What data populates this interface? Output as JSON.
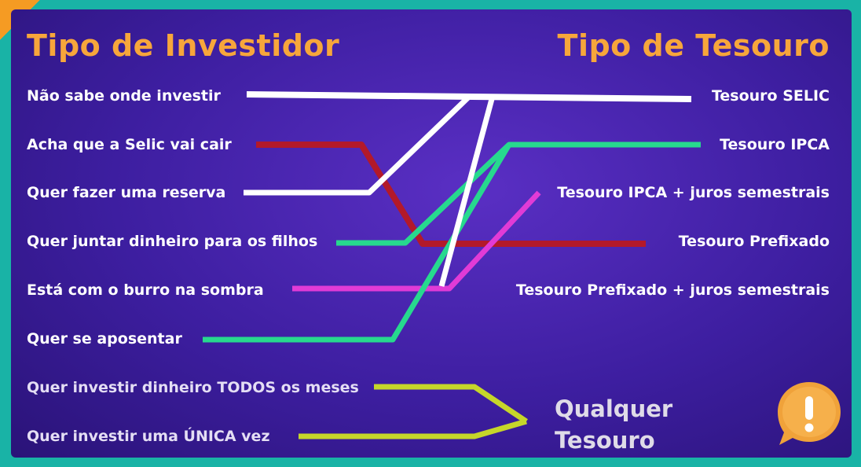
{
  "headings": {
    "investor": "Tipo de Investidor",
    "treasury": "Tipo de Tesouro"
  },
  "investors": [
    "Não sabe onde investir",
    "Acha que a Selic vai cair",
    "Quer fazer uma reserva",
    "Quer juntar dinheiro para os filhos",
    "Está com o burro na sombra",
    "Quer se aposentar",
    "Quer investir dinheiro TODOS os meses",
    "Quer investir uma ÚNICA vez"
  ],
  "treasuries": [
    "Tesouro SELIC",
    "Tesouro IPCA",
    "Tesouro IPCA + juros semestrais",
    "Tesouro Prefixado",
    "Tesouro Prefixado + juros semestrais"
  ],
  "any_treasury": {
    "line1": "Qualquer",
    "line2": "Tesouro"
  },
  "connections": [
    {
      "from": "Não sabe onde investir",
      "to": "Tesouro SELIC",
      "color": "#ffffff"
    },
    {
      "from": "Acha que a Selic vai cair",
      "to": "Tesouro Prefixado",
      "color": "#b3192a"
    },
    {
      "from": "Quer fazer uma reserva",
      "to": "Tesouro SELIC",
      "color": "#ffffff"
    },
    {
      "from": "Quer juntar dinheiro para os filhos",
      "to": "Tesouro IPCA",
      "color": "#27d98e"
    },
    {
      "from": "Está com o burro na sombra",
      "to": "Tesouro SELIC",
      "color": "#ffffff"
    },
    {
      "from": "Está com o burro na sombra",
      "to": "Tesouro IPCA + juros semestrais",
      "color": "#e13bd6"
    },
    {
      "from": "Quer se aposentar",
      "to": "Tesouro IPCA",
      "color": "#27d98e"
    },
    {
      "from": "Quer investir dinheiro TODOS os meses",
      "to": "Qualquer Tesouro",
      "color": "#c6d62a"
    },
    {
      "from": "Quer investir uma ÚNICA vez",
      "to": "Qualquer Tesouro",
      "color": "#c6d62a"
    }
  ],
  "colors": {
    "background": "#3d1ea0",
    "heading": "#f7a63b",
    "white_line": "#ffffff",
    "red_line": "#b3192a",
    "green_line": "#27d98e",
    "magenta_line": "#e13bd6",
    "yellow_line": "#c6d62a",
    "alert_badge": "#f0a23a"
  },
  "icons": {
    "alert": "exclamation-speech-bubble-icon"
  }
}
